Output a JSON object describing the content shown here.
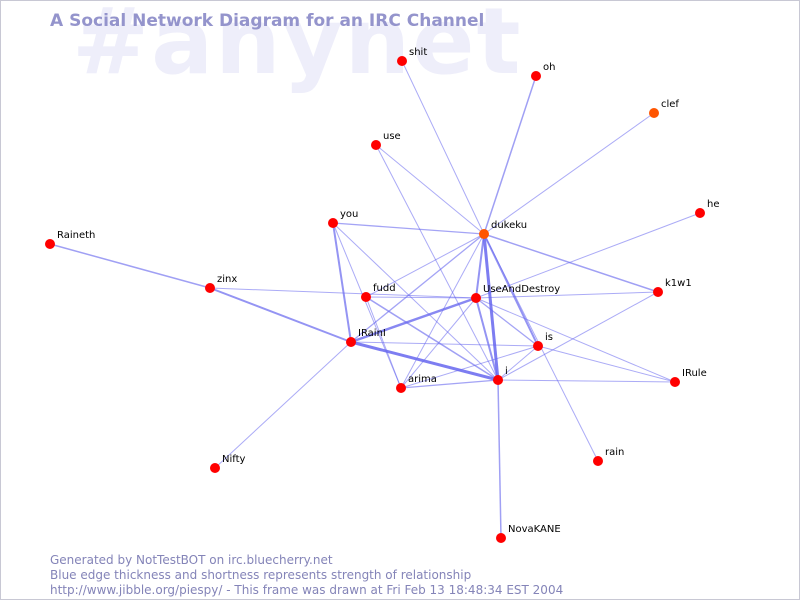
{
  "watermark": "#anynet",
  "title": "A Social Network Diagram for an IRC Channel",
  "footer": {
    "line1": "Generated by NotTestBOT on irc.bluecherry.net",
    "line2": "Blue edge thickness and shortness represents strength of relationship",
    "line3": "http://www.jibble.org/piespy/ - This frame was drawn at Fri Feb 13 18:48:34 EST 2004"
  },
  "colors": {
    "node": "#ff0000",
    "node_active": "#ff5500",
    "edge": "#6666ee",
    "title": "#9494cc",
    "watermark": "#eeeefa"
  },
  "nodes": [
    {
      "id": "shit",
      "label": "shit"
    },
    {
      "id": "oh",
      "label": "oh"
    },
    {
      "id": "clef",
      "label": "clef",
      "active": true
    },
    {
      "id": "use",
      "label": "use"
    },
    {
      "id": "he",
      "label": "he"
    },
    {
      "id": "you",
      "label": "you"
    },
    {
      "id": "dukeku",
      "label": "dukeku",
      "active": true
    },
    {
      "id": "Raineth",
      "label": "Raineth"
    },
    {
      "id": "zinx",
      "label": "zinx"
    },
    {
      "id": "k1w1",
      "label": "k1w1"
    },
    {
      "id": "fudd",
      "label": "fudd"
    },
    {
      "id": "UseAndDestroy",
      "label": "UseAndDestroy"
    },
    {
      "id": "IRainl",
      "label": "IRainI"
    },
    {
      "id": "is",
      "label": "is"
    },
    {
      "id": "arima",
      "label": "arima"
    },
    {
      "id": "i",
      "label": "i"
    },
    {
      "id": "IRule",
      "label": "IRule"
    },
    {
      "id": "rain",
      "label": "rain"
    },
    {
      "id": "Nifty",
      "label": "Nifty"
    },
    {
      "id": "NovaKANE",
      "label": "NovaKANE"
    }
  ],
  "edges": [
    {
      "from": "shit",
      "to": "dukeku",
      "weight": 1
    },
    {
      "from": "oh",
      "to": "dukeku",
      "weight": 1.5
    },
    {
      "from": "clef",
      "to": "dukeku",
      "weight": 1
    },
    {
      "from": "use",
      "to": "dukeku",
      "weight": 1
    },
    {
      "from": "use",
      "to": "i",
      "weight": 1
    },
    {
      "from": "he",
      "to": "UseAndDestroy",
      "weight": 1
    },
    {
      "from": "you",
      "to": "dukeku",
      "weight": 1.3
    },
    {
      "from": "you",
      "to": "IRainl",
      "weight": 2
    },
    {
      "from": "you",
      "to": "i",
      "weight": 1
    },
    {
      "from": "you",
      "to": "arima",
      "weight": 1
    },
    {
      "from": "dukeku",
      "to": "k1w1",
      "weight": 1.5
    },
    {
      "from": "dukeku",
      "to": "i",
      "weight": 3
    },
    {
      "from": "dukeku",
      "to": "UseAndDestroy",
      "weight": 2
    },
    {
      "from": "dukeku",
      "to": "fudd",
      "weight": 1
    },
    {
      "from": "dukeku",
      "to": "IRainl",
      "weight": 1.3
    },
    {
      "from": "dukeku",
      "to": "is",
      "weight": 2
    },
    {
      "from": "dukeku",
      "to": "arima",
      "weight": 1
    },
    {
      "from": "dukeku",
      "to": "rain",
      "weight": 1
    },
    {
      "from": "Raineth",
      "to": "zinx",
      "weight": 1.5
    },
    {
      "from": "zinx",
      "to": "IRainl",
      "weight": 2
    },
    {
      "from": "zinx",
      "to": "UseAndDestroy",
      "weight": 1
    },
    {
      "from": "fudd",
      "to": "UseAndDestroy",
      "weight": 1
    },
    {
      "from": "fudd",
      "to": "i",
      "weight": 1.5
    },
    {
      "from": "fudd",
      "to": "arima",
      "weight": 1
    },
    {
      "from": "UseAndDestroy",
      "to": "IRainl",
      "weight": 2.5
    },
    {
      "from": "UseAndDestroy",
      "to": "i",
      "weight": 2
    },
    {
      "from": "UseAndDestroy",
      "to": "is",
      "weight": 1.3
    },
    {
      "from": "UseAndDestroy",
      "to": "IRule",
      "weight": 1
    },
    {
      "from": "UseAndDestroy",
      "to": "k1w1",
      "weight": 1
    },
    {
      "from": "UseAndDestroy",
      "to": "arima",
      "weight": 1
    },
    {
      "from": "IRainl",
      "to": "i",
      "weight": 3
    },
    {
      "from": "IRainl",
      "to": "is",
      "weight": 1
    },
    {
      "from": "IRainl",
      "to": "Nifty",
      "weight": 1
    },
    {
      "from": "is",
      "to": "arima",
      "weight": 1
    },
    {
      "from": "is",
      "to": "IRule",
      "weight": 1
    },
    {
      "from": "is",
      "to": "i",
      "weight": 1
    },
    {
      "from": "k1w1",
      "to": "i",
      "weight": 1
    },
    {
      "from": "arima",
      "to": "i",
      "weight": 1.3
    },
    {
      "from": "i",
      "to": "IRule",
      "weight": 1
    },
    {
      "from": "i",
      "to": "NovaKANE",
      "weight": 1.5
    }
  ]
}
